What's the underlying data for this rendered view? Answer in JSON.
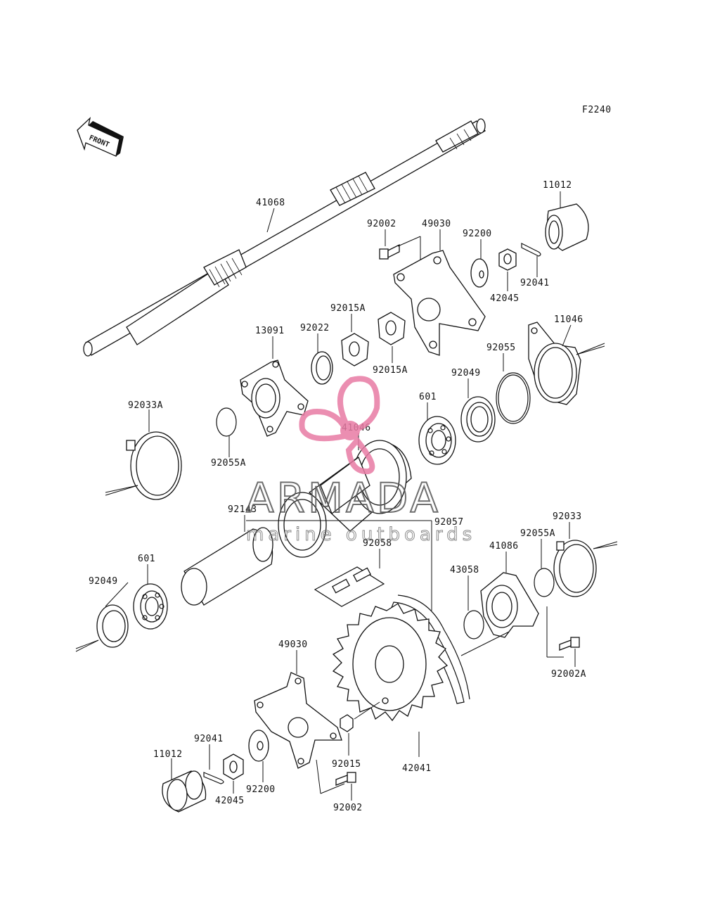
{
  "diagram": {
    "code": "F2240",
    "front_label": "FRONT",
    "parts": [
      "41068",
      "92002",
      "49030",
      "92200",
      "11012",
      "92041",
      "42045",
      "92015A",
      "92022",
      "13091",
      "92015A",
      "11046",
      "92055",
      "92049",
      "601",
      "41046",
      "92033A",
      "92055A",
      "92143",
      "92057",
      "92058",
      "92033",
      "92055A",
      "41086",
      "43058",
      "601",
      "92049",
      "92002A",
      "49030",
      "92041",
      "11012",
      "42045",
      "92200",
      "92015",
      "92002",
      "42041"
    ]
  },
  "watermark": {
    "brand": "ARMADA",
    "tagline": "marine outboards",
    "color": "#e87ba4"
  }
}
